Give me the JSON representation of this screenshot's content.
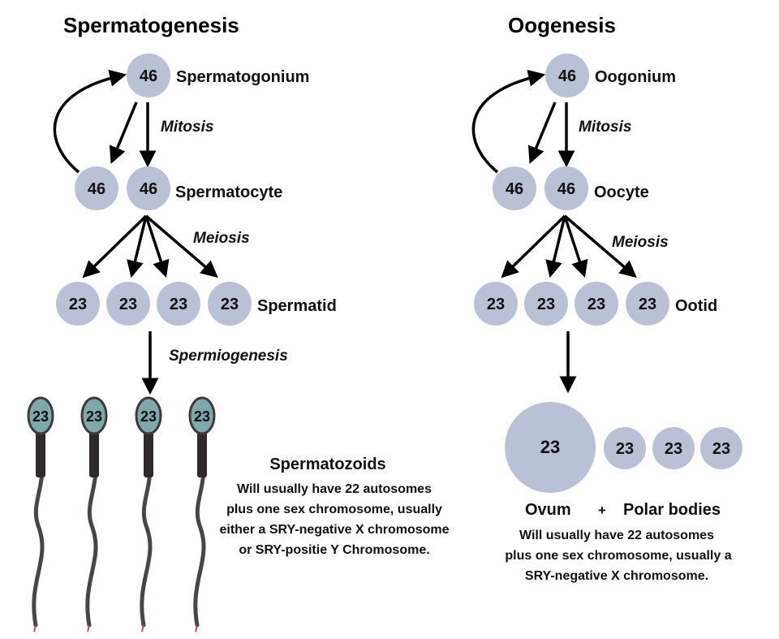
{
  "colors": {
    "cell_fill": "#b9c1d6",
    "sperm_head": "#7fa8aa",
    "arrow": "#000000",
    "tail": "#4a4446"
  },
  "spermatogenesis": {
    "title": "Spermatogenesis",
    "spermatogonium": {
      "count": "46",
      "label": "Spermatogonium"
    },
    "mitosis_label": "Mitosis",
    "renewal_cell": "46",
    "spermatocyte": {
      "count": "46",
      "label": "Spermatocyte"
    },
    "meiosis_label": "Meiosis",
    "spermatids": [
      "23",
      "23",
      "23",
      "23"
    ],
    "spermatid_label": "Spermatid",
    "spermiogenesis_label": "Spermiogenesis",
    "spermatozoa": [
      "23",
      "23",
      "23",
      "23"
    ],
    "result_title": "Spermatozoids",
    "result_lines": [
      "Will usually have 22 autosomes",
      "plus one sex chromosome, usually",
      "either a SRY-negative X chromosome",
      "or SRY-positie Y Chromosome."
    ]
  },
  "oogenesis": {
    "title": "Oogenesis",
    "oogonium": {
      "count": "46",
      "label": "Oogonium"
    },
    "mitosis_label": "Mitosis",
    "renewal_cell": "46",
    "oocyte": {
      "count": "46",
      "label": "Oocyte"
    },
    "meiosis_label": "Meiosis",
    "ootids": [
      "23",
      "23",
      "23",
      "23"
    ],
    "ootid_label": "Ootid",
    "ovum": "23",
    "polar_bodies": [
      "23",
      "23",
      "23"
    ],
    "ovum_label": "Ovum",
    "plus_sign": "+",
    "polar_label": "Polar bodies",
    "result_lines": [
      "Will usually have 22 autosomes",
      "plus one sex chromosome, usually a",
      "SRY-negative X chromosome."
    ]
  }
}
